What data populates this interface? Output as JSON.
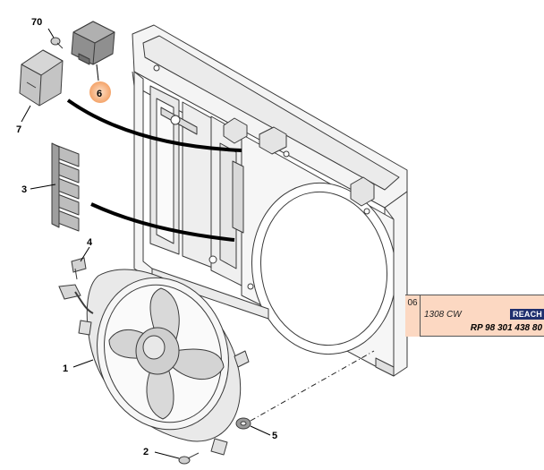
{
  "callouts": {
    "c70": "70",
    "c6": "6",
    "c7": "7",
    "c3": "3",
    "c4": "4",
    "c1": "1",
    "c2": "2",
    "c5": "5"
  },
  "part_panel": {
    "position": "06",
    "code": "1308 CW",
    "badge": "REACH",
    "reference": "RP 98 301 438 80"
  },
  "colors": {
    "highlight": "#f4a46a",
    "panel_bg": "#fcd8c2",
    "badge_bg": "#1f2f6e"
  }
}
